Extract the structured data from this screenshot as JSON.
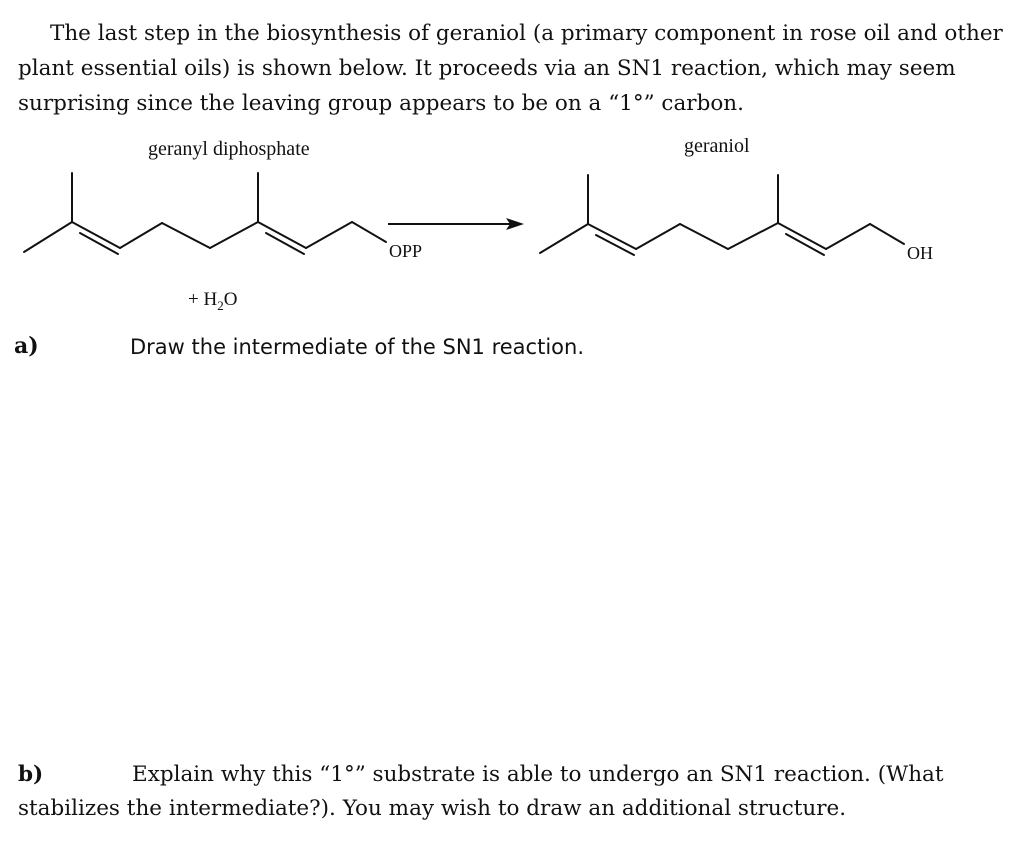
{
  "intro": {
    "text": "The last step in the biosynthesis of geraniol (a primary component in rose oil and other plant essential oils) is shown below. It proceeds via an SN1 reaction, which may seem surprising since the leaving group appears to be on a “1°” carbon."
  },
  "scheme": {
    "reactant_name": "geranyl diphosphate",
    "product_name": "geraniol",
    "leaving_group": "OPP",
    "product_group": "OH",
    "reagent_prefix": "+ H",
    "reagent_sub": "2",
    "reagent_suffix": "O"
  },
  "question_a": {
    "letter": "a)",
    "text": "Draw the intermediate of the SN1 reaction."
  },
  "question_b": {
    "letter": "b)",
    "text": "Explain why this “1°” substrate is able to undergo an SN1 reaction. (What stabilizes the intermediate?). You may wish to draw an additional structure."
  }
}
